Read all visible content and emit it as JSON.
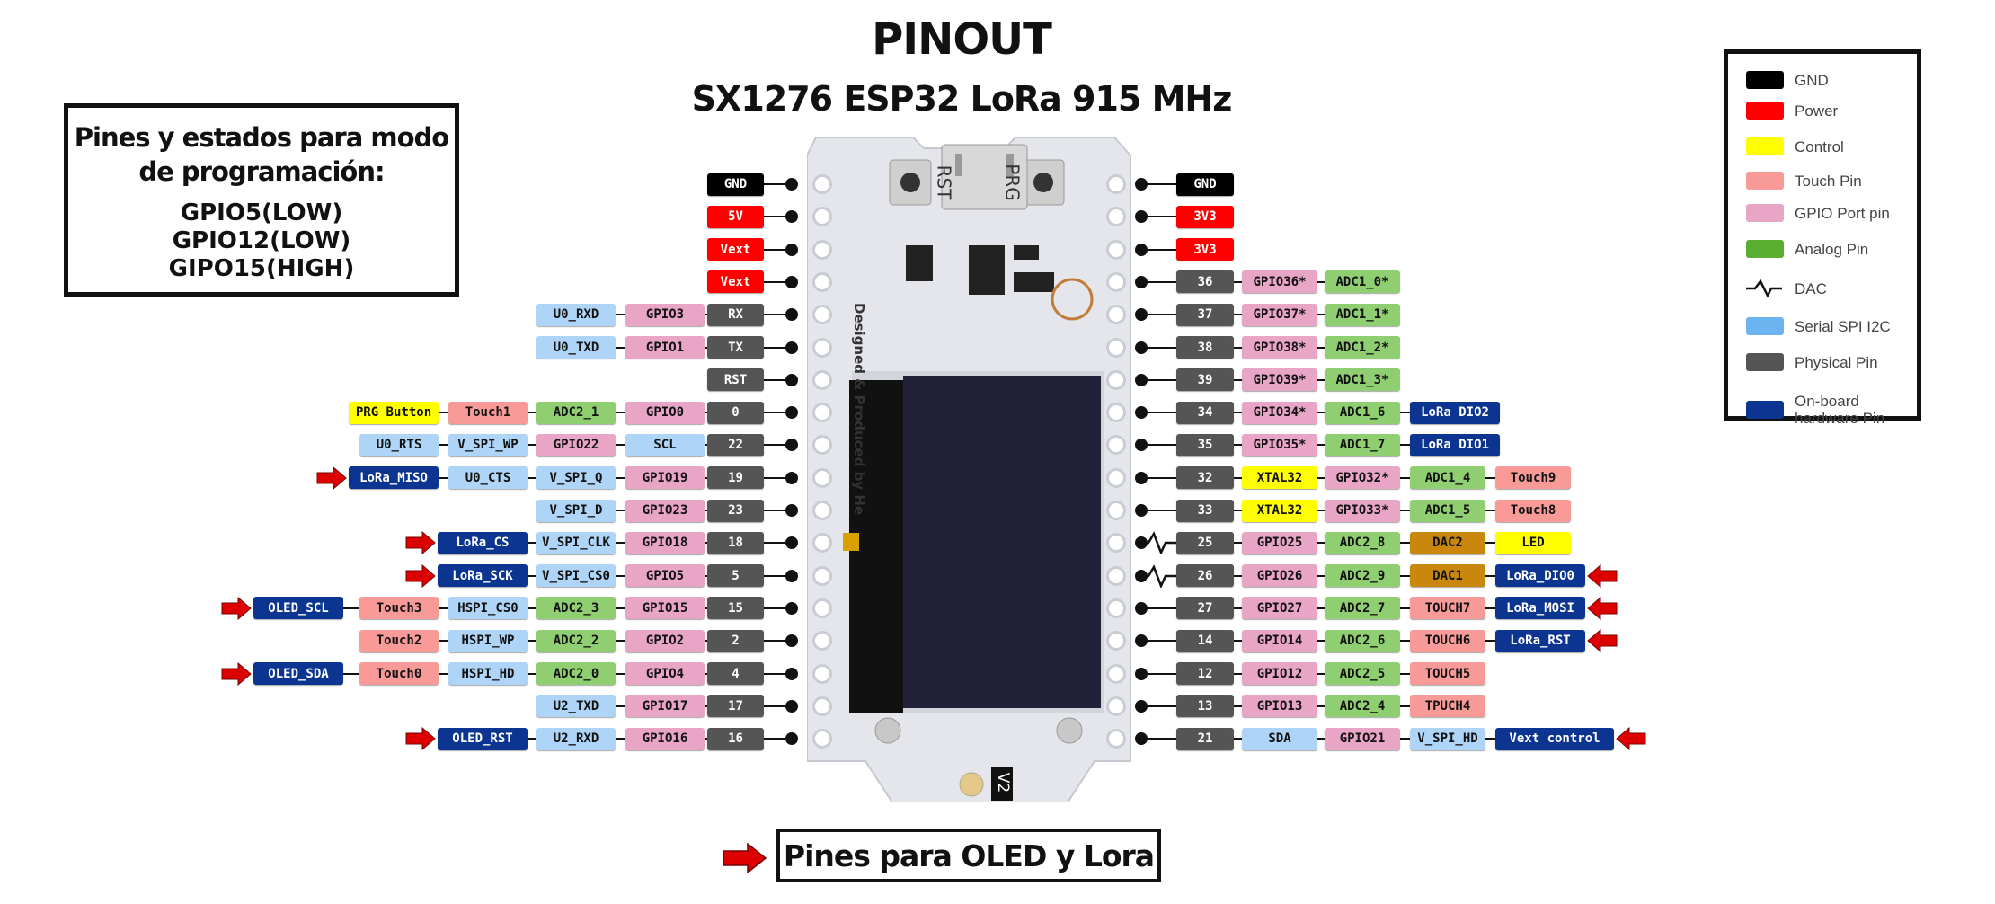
{
  "header": {
    "title": "PINOUT",
    "subtitle": "SX1276 ESP32 LoRa 915 MHz"
  },
  "info_box": {
    "heading_line1": "Pines y estados para modo",
    "heading_line2": "de programación:",
    "lines": [
      "GPIO5(LOW)",
      "GPIO12(LOW)",
      "GIPO15(HIGH)"
    ]
  },
  "colors": {
    "gnd": "#000000",
    "power": "#ff0000",
    "control": "#ffff00",
    "touch": "#f79a98",
    "gpio": "#e8a5c6",
    "analog": "#8fcf72",
    "serial": "#aed5f7",
    "physical": "#555555",
    "onboard": "#0b3590",
    "dac": "#c9870d",
    "arrow": "#dd0000"
  },
  "legend": [
    {
      "label": "GND",
      "type": "gnd"
    },
    {
      "label": "Power",
      "type": "power"
    },
    {
      "label": "Control",
      "type": "control"
    },
    {
      "label": "Touch Pin",
      "type": "touch"
    },
    {
      "label": "GPIO Port pin",
      "type": "gpio"
    },
    {
      "label": "Analog Pin",
      "type": "analog_legend",
      "color": "#5aaf33"
    },
    {
      "label": "DAC",
      "type": "dac_symbol"
    },
    {
      "label": "Serial SPI I2C",
      "type": "serial_legend",
      "color": "#6cb4f0"
    },
    {
      "label": "Physical Pin",
      "type": "physical"
    },
    {
      "label": "On-board hardware Pin",
      "type": "onboard"
    }
  ],
  "left_pins": [
    {
      "labels": [
        [
          "GND",
          "gnd"
        ]
      ]
    },
    {
      "labels": [
        [
          "5V",
          "power"
        ]
      ]
    },
    {
      "labels": [
        [
          "Vext",
          "power"
        ]
      ]
    },
    {
      "labels": [
        [
          "Vext",
          "power"
        ]
      ]
    },
    {
      "labels": [
        [
          "RX",
          "physical"
        ],
        [
          "GPIO3",
          "gpio"
        ],
        [
          "U0_RXD",
          "serial"
        ]
      ]
    },
    {
      "labels": [
        [
          "TX",
          "physical"
        ],
        [
          "GPIO1",
          "gpio"
        ],
        [
          "U0_TXD",
          "serial"
        ]
      ]
    },
    {
      "labels": [
        [
          "RST",
          "physical"
        ]
      ]
    },
    {
      "labels": [
        [
          "0",
          "physical"
        ],
        [
          "GPIO0",
          "gpio"
        ],
        [
          "ADC2_1",
          "analog"
        ],
        [
          "Touch1",
          "touch"
        ],
        [
          "PRG Button",
          "control"
        ]
      ]
    },
    {
      "labels": [
        [
          "22",
          "physical"
        ],
        [
          "SCL",
          "serial"
        ],
        [
          "GPIO22",
          "gpio"
        ],
        [
          "V_SPI_WP",
          "serial"
        ],
        [
          "U0_RTS",
          "serial"
        ]
      ]
    },
    {
      "labels": [
        [
          "19",
          "physical"
        ],
        [
          "GPIO19",
          "gpio"
        ],
        [
          "V_SPI_Q",
          "serial"
        ],
        [
          "U0_CTS",
          "serial"
        ],
        [
          "LoRa_MISO",
          "onboard"
        ]
      ],
      "arrow": true
    },
    {
      "labels": [
        [
          "23",
          "physical"
        ],
        [
          "GPIO23",
          "gpio"
        ],
        [
          "V_SPI_D",
          "serial"
        ]
      ]
    },
    {
      "labels": [
        [
          "18",
          "physical"
        ],
        [
          "GPIO18",
          "gpio"
        ],
        [
          "V_SPI_CLK",
          "serial"
        ],
        [
          "LoRa_CS",
          "onboard"
        ]
      ],
      "arrow": true
    },
    {
      "labels": [
        [
          "5",
          "physical"
        ],
        [
          "GPIO5",
          "gpio"
        ],
        [
          "V_SPI_CS0",
          "serial"
        ],
        [
          "LoRa_SCK",
          "onboard"
        ]
      ],
      "arrow": true
    },
    {
      "labels": [
        [
          "15",
          "physical"
        ],
        [
          "GPIO15",
          "gpio"
        ],
        [
          "ADC2_3",
          "analog"
        ],
        [
          "HSPI_CS0",
          "serial"
        ],
        [
          "Touch3",
          "touch"
        ],
        [
          "OLED_SCL",
          "onboard"
        ]
      ],
      "arrow": true
    },
    {
      "labels": [
        [
          "2",
          "physical"
        ],
        [
          "GPIO2",
          "gpio"
        ],
        [
          "ADC2_2",
          "analog"
        ],
        [
          "HSPI_WP",
          "serial"
        ],
        [
          "Touch2",
          "touch"
        ]
      ]
    },
    {
      "labels": [
        [
          "4",
          "physical"
        ],
        [
          "GPIO4",
          "gpio"
        ],
        [
          "ADC2_0",
          "analog"
        ],
        [
          "HSPI_HD",
          "serial"
        ],
        [
          "Touch0",
          "touch"
        ],
        [
          "OLED_SDA",
          "onboard"
        ]
      ],
      "arrow": true
    },
    {
      "labels": [
        [
          "17",
          "physical"
        ],
        [
          "GPIO17",
          "gpio"
        ],
        [
          "U2_TXD",
          "serial"
        ]
      ]
    },
    {
      "labels": [
        [
          "16",
          "physical"
        ],
        [
          "GPIO16",
          "gpio"
        ],
        [
          "U2_RXD",
          "serial"
        ],
        [
          "OLED_RST",
          "onboard"
        ]
      ],
      "arrow": true
    }
  ],
  "right_pins": [
    {
      "labels": [
        [
          "GND",
          "gnd"
        ]
      ]
    },
    {
      "labels": [
        [
          "3V3",
          "power"
        ]
      ]
    },
    {
      "labels": [
        [
          "3V3",
          "power"
        ]
      ]
    },
    {
      "labels": [
        [
          "36",
          "physical"
        ],
        [
          "GPIO36*",
          "gpio"
        ],
        [
          "ADC1_0*",
          "analog"
        ]
      ]
    },
    {
      "labels": [
        [
          "37",
          "physical"
        ],
        [
          "GPIO37*",
          "gpio"
        ],
        [
          "ADC1_1*",
          "analog"
        ]
      ]
    },
    {
      "labels": [
        [
          "38",
          "physical"
        ],
        [
          "GPIO38*",
          "gpio"
        ],
        [
          "ADC1_2*",
          "analog"
        ]
      ]
    },
    {
      "labels": [
        [
          "39",
          "physical"
        ],
        [
          "GPIO39*",
          "gpio"
        ],
        [
          "ADC1_3*",
          "analog"
        ]
      ]
    },
    {
      "labels": [
        [
          "34",
          "physical"
        ],
        [
          "GPIO34*",
          "gpio"
        ],
        [
          "ADC1_6",
          "analog"
        ],
        [
          "LoRa DIO2",
          "onboard"
        ]
      ]
    },
    {
      "labels": [
        [
          "35",
          "physical"
        ],
        [
          "GPIO35*",
          "gpio"
        ],
        [
          "ADC1_7",
          "analog"
        ],
        [
          "LoRa DIO1",
          "onboard"
        ]
      ]
    },
    {
      "labels": [
        [
          "32",
          "physical"
        ],
        [
          "XTAL32",
          "control"
        ],
        [
          "GPIO32*",
          "gpio"
        ],
        [
          "ADC1_4",
          "analog"
        ],
        [
          "Touch9",
          "touch"
        ]
      ]
    },
    {
      "labels": [
        [
          "33",
          "physical"
        ],
        [
          "XTAL32",
          "control"
        ],
        [
          "GPIO33*",
          "gpio"
        ],
        [
          "ADC1_5",
          "analog"
        ],
        [
          "Touch8",
          "touch"
        ]
      ]
    },
    {
      "labels": [
        [
          "25",
          "physical"
        ],
        [
          "GPIO25",
          "gpio"
        ],
        [
          "ADC2_8",
          "analog"
        ],
        [
          "DAC2",
          "dac"
        ],
        [
          "LED",
          "control"
        ]
      ],
      "dac": true
    },
    {
      "labels": [
        [
          "26",
          "physical"
        ],
        [
          "GPIO26",
          "gpio"
        ],
        [
          "ADC2_9",
          "analog"
        ],
        [
          "DAC1",
          "dac"
        ],
        [
          "LoRa_DIO0",
          "onboard"
        ]
      ],
      "dac": true,
      "arrow": true
    },
    {
      "labels": [
        [
          "27",
          "physical"
        ],
        [
          "GPIO27",
          "gpio"
        ],
        [
          "ADC2_7",
          "analog"
        ],
        [
          "TOUCH7",
          "touch"
        ],
        [
          "LoRa_MOSI",
          "onboard"
        ]
      ],
      "arrow": true
    },
    {
      "labels": [
        [
          "14",
          "physical"
        ],
        [
          "GPIO14",
          "gpio"
        ],
        [
          "ADC2_6",
          "analog"
        ],
        [
          "TOUCH6",
          "touch"
        ],
        [
          "LoRa_RST",
          "onboard"
        ]
      ],
      "arrow": true
    },
    {
      "labels": [
        [
          "12",
          "physical"
        ],
        [
          "GPIO12",
          "gpio"
        ],
        [
          "ADC2_5",
          "analog"
        ],
        [
          "TOUCH5",
          "touch"
        ]
      ]
    },
    {
      "labels": [
        [
          "13",
          "physical"
        ],
        [
          "GPIO13",
          "gpio"
        ],
        [
          "ADC2_4",
          "analog"
        ],
        [
          "TPUCH4",
          "touch"
        ]
      ]
    },
    {
      "labels": [
        [
          "21",
          "physical"
        ],
        [
          "SDA",
          "serial"
        ],
        [
          "GPIO21",
          "gpio"
        ],
        [
          "V_SPI_HD",
          "serial"
        ],
        [
          "Vext control",
          "onboard"
        ]
      ],
      "arrow": true
    }
  ],
  "board": {
    "rst_label": "RST",
    "prg_label": "PRG",
    "credit": "Designed & Produced by He",
    "version": "V2"
  },
  "footer": {
    "label": "Pines para OLED y Lora"
  }
}
